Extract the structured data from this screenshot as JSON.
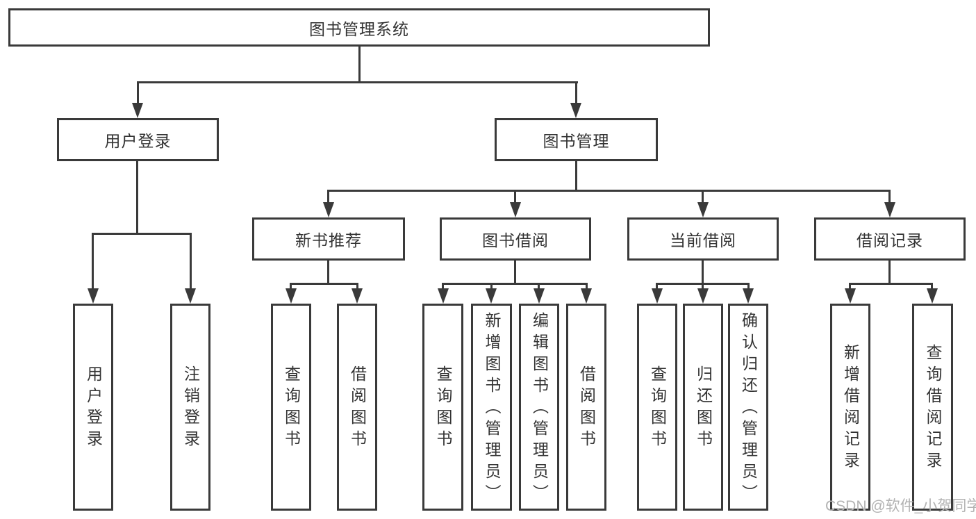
{
  "diagram": {
    "watermark": "CSDN @软件_小贺同学",
    "colors": {
      "line": "#3a3a3a",
      "text": "#333333",
      "background": "#ffffff",
      "watermark": "#b3b3b3"
    },
    "tree": {
      "label": "图书管理系统",
      "children": [
        {
          "label": "用户登录",
          "children": [
            {
              "label": "用户登录"
            },
            {
              "label": "注销登录"
            }
          ]
        },
        {
          "label": "图书管理",
          "children": [
            {
              "label": "新书推荐",
              "children": [
                {
                  "label": "查询图书"
                },
                {
                  "label": "借阅图书"
                }
              ]
            },
            {
              "label": "图书借阅",
              "children": [
                {
                  "label": "查询图书"
                },
                {
                  "label": "新增图书（管理员）"
                },
                {
                  "label": "编辑图书（管理员）"
                },
                {
                  "label": "借阅图书"
                }
              ]
            },
            {
              "label": "当前借阅",
              "children": [
                {
                  "label": "查询图书"
                },
                {
                  "label": "归还图书"
                },
                {
                  "label": "确认归还（管理员）"
                }
              ]
            },
            {
              "label": "借阅记录",
              "children": [
                {
                  "label": "新增借阅记录"
                },
                {
                  "label": "查询借阅记录"
                }
              ]
            }
          ]
        }
      ]
    }
  }
}
